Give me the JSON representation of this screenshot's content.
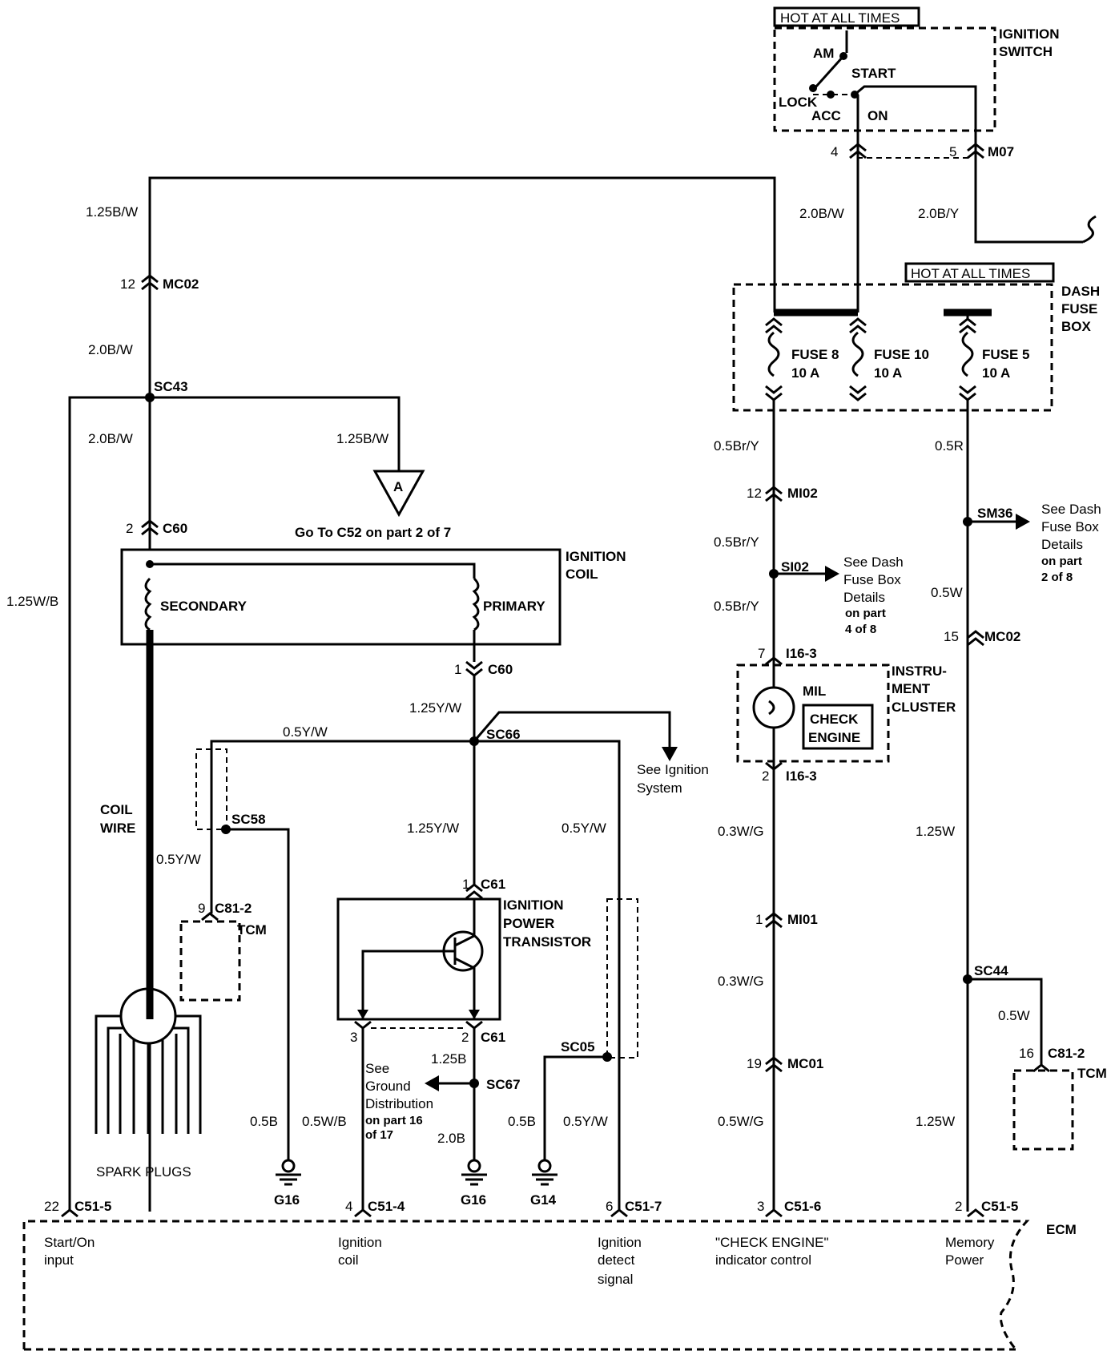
{
  "labels": {
    "hot1": "HOT AT ALL TIMES",
    "hot2": "HOT AT ALL TIMES",
    "ign_switch_1": "IGNITION",
    "ign_switch_2": "SWITCH",
    "am": "AM",
    "start": "START",
    "lock": "LOCK",
    "acc": "ACC",
    "on": "ON",
    "pin4": "4",
    "pin5": "5",
    "m07": "M07",
    "w_125bw_top": "1.25B/W",
    "w_20bw_sw": "2.0B/W",
    "w_20by": "2.0B/Y",
    "pin12_mc02": "12",
    "mc02_a": "MC02",
    "w_20bw_1": "2.0B/W",
    "sc43": "SC43",
    "w_20bw_2": "2.0B/W",
    "w_125bw_a": "1.25B/W",
    "a_mark": "A",
    "goto": "Go To C52 on part 2 of 7",
    "pin2_c60": "2",
    "c60_a": "C60",
    "ign_coil_1": "IGNITION",
    "ign_coil_2": "COIL",
    "secondary": "SECONDARY",
    "primary": "PRIMARY",
    "w_125wb": "1.25W/B",
    "pin1_c60": "1",
    "c60_b": "C60",
    "w_125yw_1": "1.25Y/W",
    "w_05yw_1": "0.5Y/W",
    "sc66": "SC66",
    "see_ign_1": "See Ignition",
    "see_ign_2": "System",
    "coil_wire_1": "COIL",
    "coil_wire_2": "WIRE",
    "sc58": "SC58",
    "w_05yw_2": "0.5Y/W",
    "w_125yw_2": "1.25Y/W",
    "w_05yw_3": "0.5Y/W",
    "pin9": "9",
    "c81_2_a": "C81-2",
    "tcm_a": "TCM",
    "pin1_c61": "1",
    "c61_a": "C61",
    "ipt_1": "IGNITION",
    "ipt_2": "POWER",
    "ipt_3": "TRANSISTOR",
    "spark_plugs": "SPARK PLUGS",
    "pin3_c61": "3",
    "pin2_c61": "2",
    "c61_b": "C61",
    "sc05": "SC05",
    "w_125b": "1.25B",
    "see_gnd_1": "See",
    "see_gnd_2": "Ground",
    "see_gnd_3": "Distribution",
    "see_gnd_4": "on part 16",
    "see_gnd_5": "of 17",
    "sc67": "SC67",
    "w_20b": "2.0B",
    "w_05b_1": "0.5B",
    "w_05wb": "0.5W/B",
    "w_05b_2": "0.5B",
    "w_05yw_4": "0.5Y/W",
    "g16_a": "G16",
    "g16_b": "G16",
    "g14": "G14",
    "pin22": "22",
    "c51_5_a": "C51-5",
    "pin4_c51": "4",
    "c51_4": "C51-4",
    "pin6_c51": "6",
    "c51_7": "C51-7",
    "pin3_c51": "3",
    "c51_6": "C51-6",
    "pin2_c51": "2",
    "c51_5_b": "C51-5",
    "ecm": "ECM",
    "start_on_1": "Start/On",
    "start_on_2": "input",
    "ign_coil_sig_1": "Ignition",
    "ign_coil_sig_2": "coil",
    "ign_det_1": "Ignition",
    "ign_det_2": "detect",
    "ign_det_3": "signal",
    "ce_ctrl_1": "\"CHECK ENGINE\"",
    "ce_ctrl_2": "indicator control",
    "mem_pwr_1": "Memory",
    "mem_pwr_2": "Power",
    "dash_fuse_1": "DASH",
    "dash_fuse_2": "FUSE",
    "dash_fuse_3": "BOX",
    "fuse8_1": "FUSE 8",
    "fuse8_2": "10 A",
    "fuse10_1": "FUSE 10",
    "fuse10_2": "10 A",
    "fuse5_1": "FUSE 5",
    "fuse5_2": "10 A",
    "w_05bry_1": "0.5Br/Y",
    "w_05r": "0.5R",
    "pin12_mi02": "12",
    "mi02": "MI02",
    "sm36": "SM36",
    "see_dash_a1": "See Dash",
    "see_dash_a2": "Fuse Box",
    "see_dash_a3": "Details",
    "see_dash_a4": "on part",
    "see_dash_a5": "2 of 8",
    "w_05bry_2": "0.5Br/Y",
    "si02": "SI02",
    "see_dash_b1": "See Dash",
    "see_dash_b2": "Fuse Box",
    "see_dash_b3": "Details",
    "see_dash_b4": "on part",
    "see_dash_b5": "4 of 8",
    "w_05bry_3": "0.5Br/Y",
    "w_05w_1": "0.5W",
    "pin15": "15",
    "mc02_b": "MC02",
    "pin7": "7",
    "i16_3_a": "I16-3",
    "instru_1": "INSTRU-",
    "instru_2": "MENT",
    "instru_3": "CLUSTER",
    "mil": "MIL",
    "check_1": "CHECK",
    "check_2": "ENGINE",
    "pin2_i16": "2",
    "i16_3_b": "I16-3",
    "w_03wg_1": "0.3W/G",
    "w_125w_1": "1.25W",
    "pin1_mi01": "1",
    "mi01": "MI01",
    "w_03wg_2": "0.3W/G",
    "sc44": "SC44",
    "w_05w_2": "0.5W",
    "pin16": "16",
    "c81_2_b": "C81-2",
    "tcm_b": "TCM",
    "pin19": "19",
    "mc01": "MC01",
    "w_05wg": "0.5W/G",
    "w_125w_2": "1.25W"
  }
}
